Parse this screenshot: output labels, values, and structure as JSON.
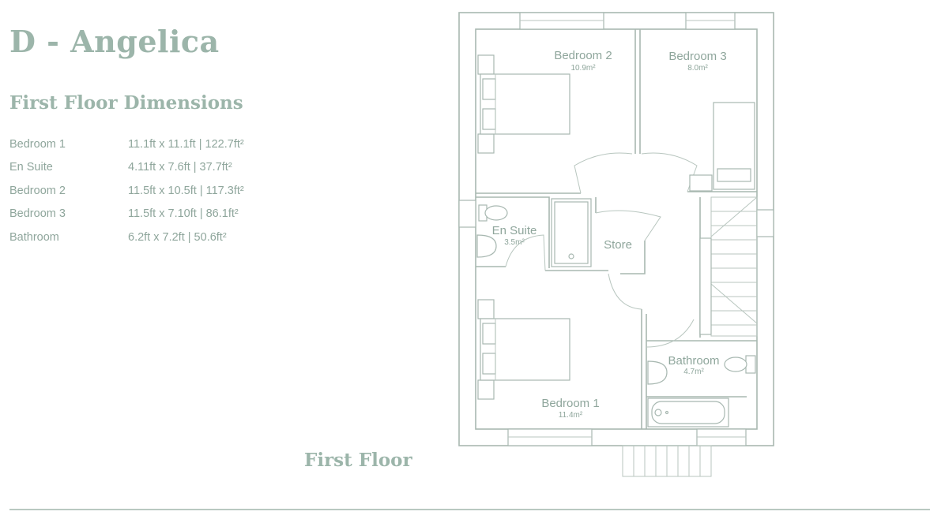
{
  "title": "D - Angelica",
  "dimensions_heading": "First Floor Dimensions",
  "dimensions": [
    {
      "room": "Bedroom 1",
      "value": "11.1ft x 11.1ft | 122.7ft²"
    },
    {
      "room": "En Suite",
      "value": "4.11ft x 7.6ft | 37.7ft²"
    },
    {
      "room": "Bedroom 2",
      "value": "11.5ft x 10.5ft | 117.3ft²"
    },
    {
      "room": "Bedroom 3",
      "value": "11.5ft x 7.10ft | 86.1ft²"
    },
    {
      "room": "Bathroom",
      "value": "6.2ft x 7.2ft | 50.6ft²"
    }
  ],
  "floor_label": "First Floor",
  "plan": {
    "bedroom2": {
      "name": "Bedroom 2",
      "area": "10.9m²"
    },
    "bedroom3": {
      "name": "Bedroom 3",
      "area": "8.0m²"
    },
    "ensuite": {
      "name": "En Suite",
      "area": "3.5m²"
    },
    "store": {
      "name": "Store"
    },
    "bathroom": {
      "name": "Bathroom",
      "area": "4.7m²"
    },
    "bedroom1": {
      "name": "Bedroom 1",
      "area": "11.4m²"
    }
  }
}
